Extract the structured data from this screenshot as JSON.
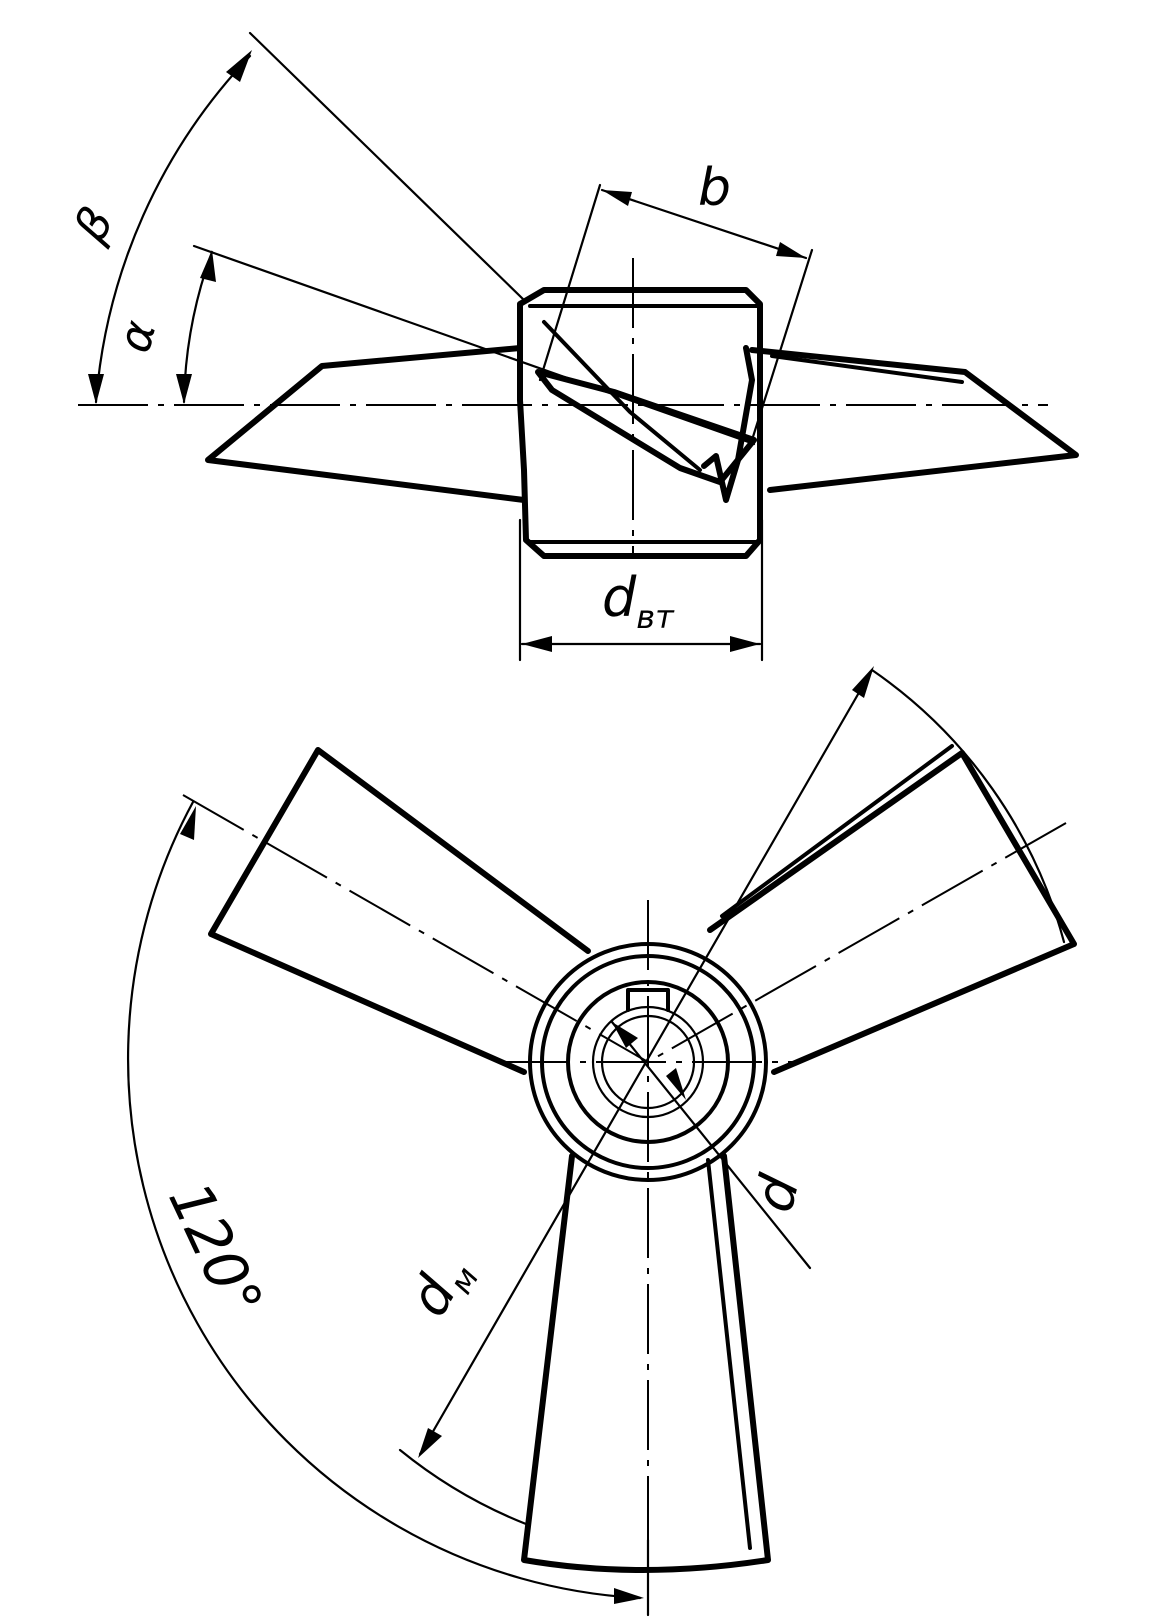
{
  "labels": {
    "beta": "β",
    "alpha": "α",
    "b": "b",
    "d_vt": "d",
    "d_vt_sub": "вт",
    "d": "d",
    "d_m": "d",
    "d_m_sub": "м",
    "angle_120": "120°"
  }
}
